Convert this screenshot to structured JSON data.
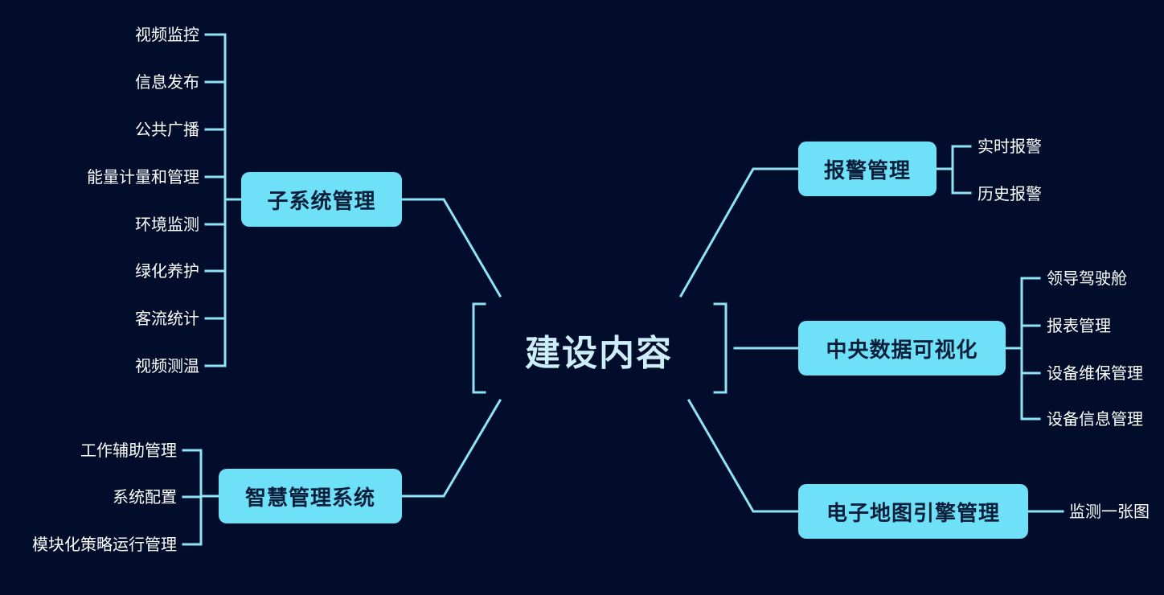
{
  "center": {
    "label": "建设内容"
  },
  "nodes": {
    "subsystem": {
      "label": "子系统管理",
      "children": [
        "视频监控",
        "信息发布",
        "公共广播",
        "能量计量和管理",
        "环境监测",
        "绿化养护",
        "客流统计",
        "视频测温"
      ]
    },
    "smart": {
      "label": "智慧管理系统",
      "children": [
        "工作辅助管理",
        "系统配置",
        "模块化策略运行管理"
      ]
    },
    "alarm": {
      "label": "报警管理",
      "children": [
        "实时报警",
        "历史报警"
      ]
    },
    "dataviz": {
      "label": "中央数据可视化",
      "children": [
        "领导驾驶舱",
        "报表管理",
        "设备维保管理",
        "设备信息管理"
      ]
    },
    "map": {
      "label": "电子地图引擎管理",
      "children": [
        "监测一张图"
      ]
    }
  },
  "colors": {
    "background": "#010d2a",
    "node": "#6ee0f8",
    "line": "#8fe3f5",
    "text": "#ffffff"
  }
}
